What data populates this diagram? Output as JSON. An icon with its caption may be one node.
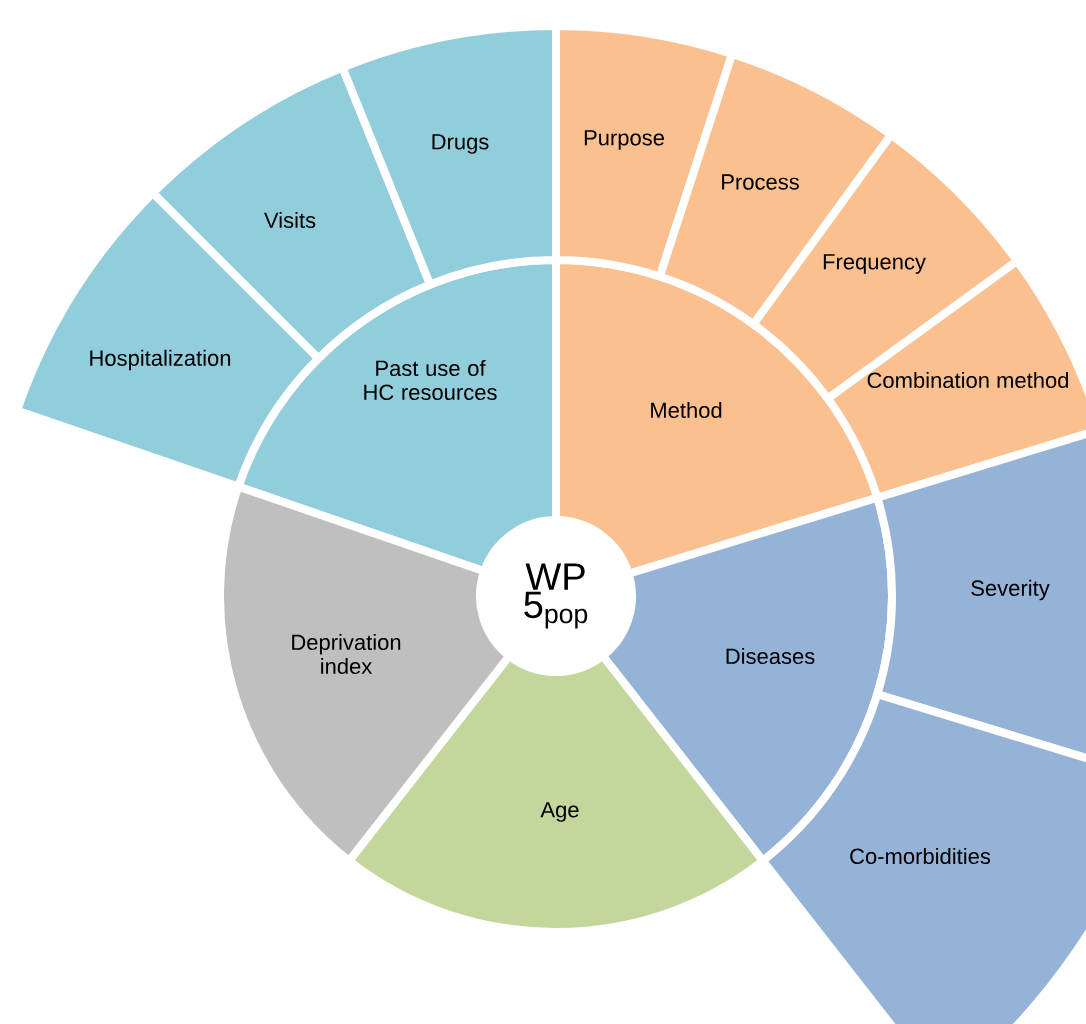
{
  "diagram": {
    "nodes": [
      {
        "text": [
          "WP 5$_{pop}$"
        ]
      },
      {
        "text": [
          "Past use of HC resources"
        ]
      },
      {
        "text": [
          "Hospitalization"
        ]
      },
      {
        "text": [
          "Visits"
        ]
      },
      {
        "text": [
          "Drugs"
        ]
      },
      {
        "text": [
          "Method"
        ]
      },
      {
        "text": [
          "Purpose"
        ]
      },
      {
        "text": [
          "Process"
        ]
      },
      {
        "text": [
          "Frequency"
        ]
      },
      {
        "text": [
          "Combination method"
        ]
      },
      {
        "text": [
          "Diseases"
        ]
      },
      {
        "text": [
          "Severity"
        ]
      },
      {
        "text": [
          "Co-morbidities"
        ]
      },
      {
        "text": [
          "Age"
        ]
      },
      {
        "text": [
          "Deprivation index"
        ]
      }
    ]
  }
}
